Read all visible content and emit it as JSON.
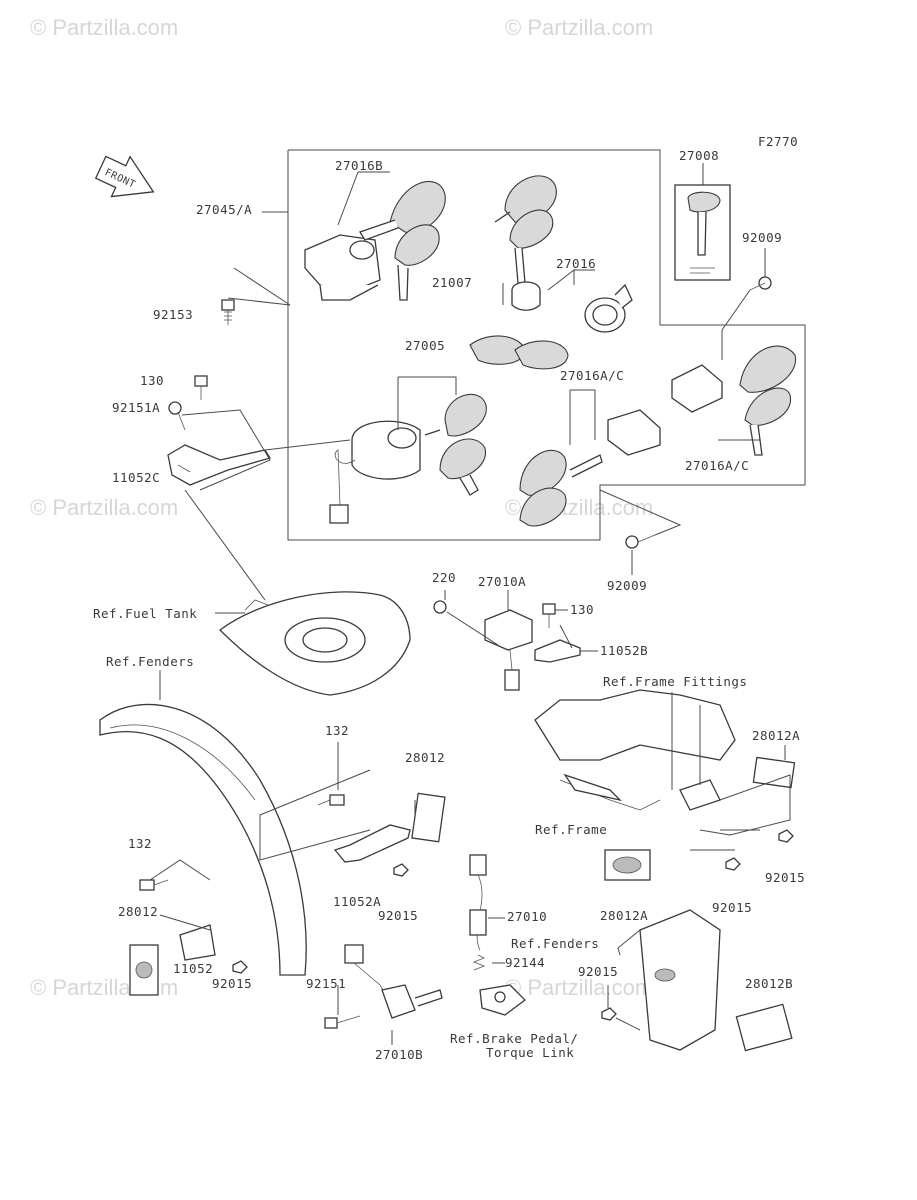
{
  "figure_code": "F2770",
  "watermark": "© Partzilla.com",
  "front_arrow_label": "FRONT",
  "labels": {
    "p27016B": "27016B",
    "p27045A": "27045/A",
    "p27008": "27008",
    "p92009_top": "92009",
    "p21007": "21007",
    "p27016": "27016",
    "p92153": "92153",
    "p27005": "27005",
    "p130_left": "130",
    "p92151A": "92151A",
    "p27016AC_mid": "27016A/C",
    "p11052C": "11052C",
    "p27016AC_right": "27016A/C",
    "p92009_bottom": "92009",
    "ref_fuel_tank": "Ref.Fuel Tank",
    "p220": "220",
    "p27010A": "27010A",
    "p130_right": "130",
    "ref_fenders_left": "Ref.Fenders",
    "p11052B": "11052B",
    "ref_frame_fittings": "Ref.Frame Fittings",
    "p132_top": "132",
    "p28012_top": "28012",
    "p28012A_right": "28012A",
    "ref_frame": "Ref.Frame",
    "p132_bottom": "132",
    "p11052A": "11052A",
    "p92015_mid": "92015",
    "p92015_far": "92015",
    "p28012_left": "28012",
    "p27010": "27010",
    "p28012A_bottom": "28012A",
    "p92015_rc": "92015",
    "ref_fenders_right": "Ref.Fenders",
    "p11052": "11052",
    "p92144": "92144",
    "p92015_lower": "92015",
    "p92151": "92151",
    "p28012B": "28012B",
    "p92015_left": "92015",
    "ref_brake_pedal": "Ref.Brake Pedal/",
    "torque_link": "Torque Link",
    "p27010B": "27010B"
  }
}
